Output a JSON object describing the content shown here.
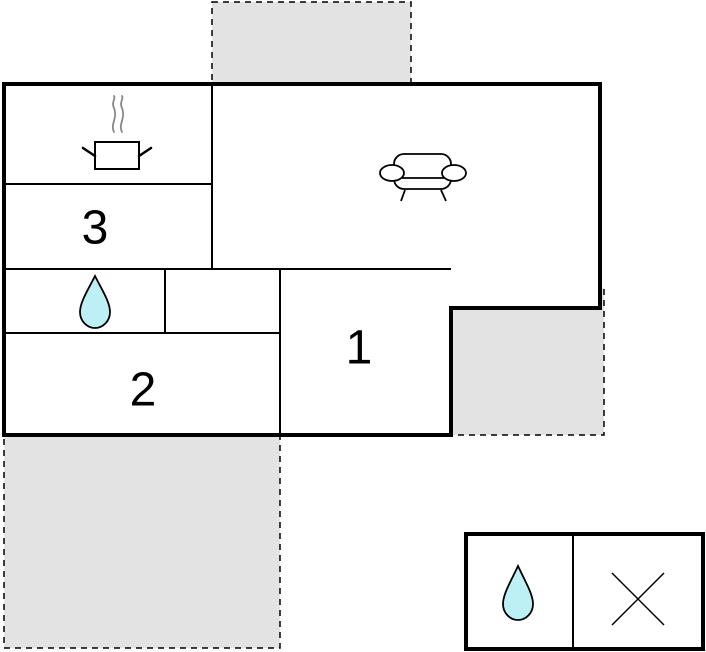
{
  "rooms": {
    "bedroom_1": {
      "label": "1"
    },
    "bedroom_2": {
      "label": "2"
    },
    "bedroom_3": {
      "label": "3"
    }
  },
  "icons": {
    "kitchen": "cooking-pot-icon",
    "living_room": "sofa-icon",
    "bathroom": "water-drop-icon",
    "legend_water": "water-drop-icon",
    "legend_cross": "cross-icon"
  },
  "colors": {
    "wall": "#000000",
    "outdoor_fill": "#e3e3e3",
    "water_drop": "#bdf0f5",
    "steam": "#888888"
  }
}
